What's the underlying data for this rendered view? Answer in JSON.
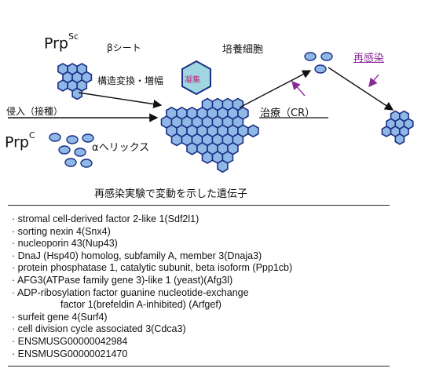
{
  "diagram": {
    "prp_sc_base": "Prp",
    "prp_sc_sup": "Sc",
    "prp_c_base": "Prp",
    "prp_c_sup": "C",
    "beta_sheet": "βシート",
    "structure_change": "構造変換・増幅",
    "aggregation": "凝集",
    "invasion": "侵入（接種）",
    "alpha_helix": "αヘリックス",
    "cultured_cells": "培養細胞",
    "reinfection": "再感染",
    "treatment": "治療（CR）",
    "caption": "再感染実験で変動を示した遺伝子"
  },
  "genes": [
    "· stromal cell-derived factor 2-like 1(Sdf2l1)",
    "· sorting nexin 4(Snx4)",
    "· nucleoporin 43(Nup43)",
    "· DnaJ (Hsp40) homolog, subfamily A, member 3(Dnaja3)",
    "· protein phosphatase 1, catalytic subunit, beta isoform (Ppp1cb)",
    "· AFG3(ATPase family gene 3)-like 1 (yeast)(Afg3l)",
    "· ADP-ribosylation factor guanine nucleotide-exchange",
    "factor 1(brefeldin A-inhibited) (Arfgef)",
    "· surfeit gene 4(Surf4)",
    "· cell division cycle associated 3(Cdca3)",
    "· ENSMUSG00000042984",
    "· ENSMUSG00000021470"
  ],
  "colors": {
    "hex_fill": "#8fb8e6",
    "hex_stroke": "#1b2f86",
    "aggregate_fill": "#9fd6df",
    "aggregate_text": "#c02080",
    "arrow_purple": "#8a2a9a"
  }
}
